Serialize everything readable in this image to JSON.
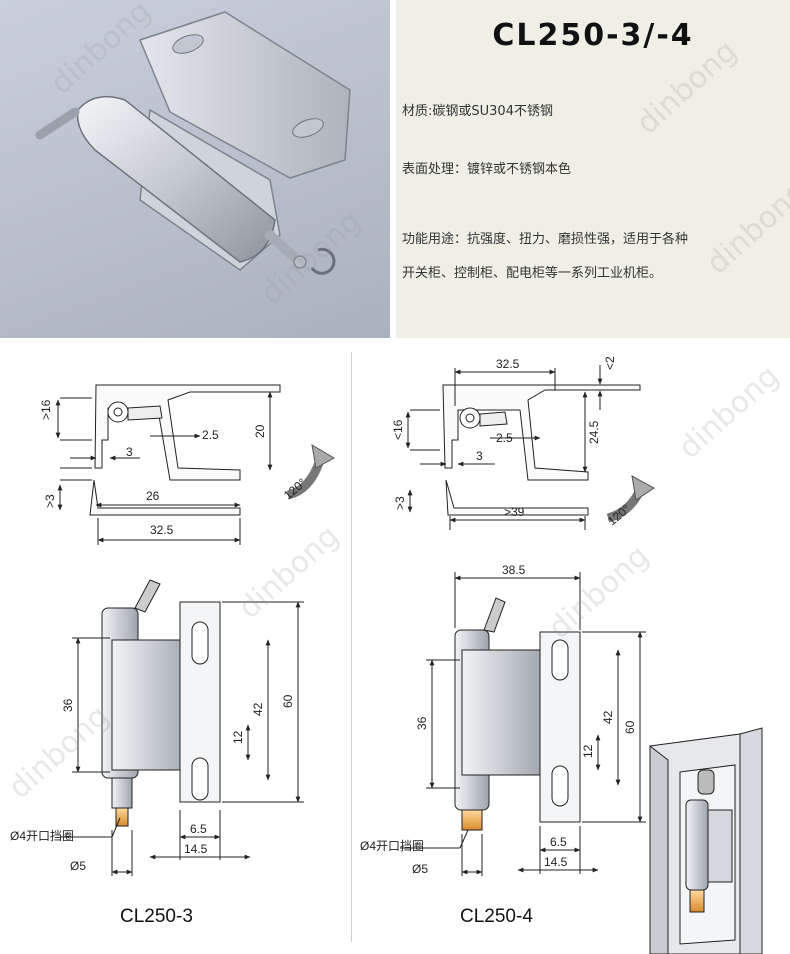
{
  "title": "CL250-3/-4",
  "specs": {
    "material": "材质:碳钢或SU304不锈钢",
    "surface": "表面处理：镀锌或不锈钢本色",
    "usage_line1": "功能用途：抗强度、扭力、磨损性强，适用于各种",
    "usage_line2": "开关柜、控制柜、配电柜等一系列工业机柜。"
  },
  "watermark": "dinbong",
  "left_drawing": {
    "model": "CL250-3",
    "dims": {
      "d16": ">16",
      "d2_5": "2.5",
      "d20": "20",
      "d3": "3",
      "d3b": ">3",
      "d26": "26",
      "d32_5": "32.5",
      "angle": "120°",
      "d36": "36",
      "d42": "42",
      "d60": "60",
      "d12": "12",
      "d6_5": "6.5",
      "d14_5": "14.5",
      "d5": "Ø5",
      "ring": "Ø4开口挡圈"
    }
  },
  "right_drawing": {
    "model": "CL250-4",
    "dims": {
      "d32_5": "32.5",
      "d2": "<2",
      "d16": "<16",
      "d2_5": "2.5",
      "d24_5": "24.5",
      "d3": "3",
      "d3b": ">3",
      "d39": ">39",
      "angle": "120°",
      "d38_5": "38.5",
      "d36": "36",
      "d42": "42",
      "d60": "60",
      "d12": "12",
      "d6_5": "6.5",
      "d14_5": "14.5",
      "d5": "Ø5",
      "ring": "Ø4开口挡圈"
    }
  },
  "colors": {
    "spec_bg": "#f0efe6",
    "photo_bg": "#bcc3ce",
    "metal": "#d9dde2",
    "line": "#333333"
  }
}
